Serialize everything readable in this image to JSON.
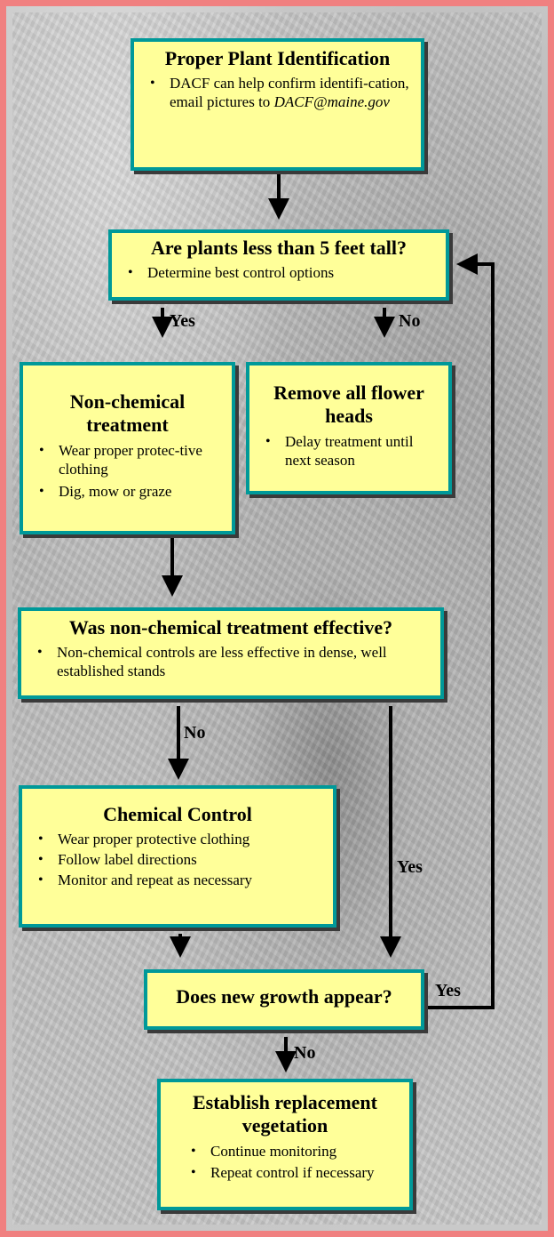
{
  "boxes": {
    "identification": {
      "title": "Proper Plant Identification",
      "bullets": [
        "DACF can help confirm identifi-cation, email pictures to"
      ],
      "email": "DACF@maine.gov"
    },
    "height_check": {
      "title": "Are plants less than 5 feet tall?",
      "bullets": [
        "Determine best control options"
      ]
    },
    "non_chemical": {
      "title": "Non-chemical treatment",
      "bullets": [
        "Wear proper protec-tive clothing",
        "Dig, mow or graze"
      ]
    },
    "flower_heads": {
      "title": "Remove all flower heads",
      "bullets": [
        "Delay treatment until next season"
      ]
    },
    "effective_check": {
      "title": "Was non-chemical treatment effective?",
      "bullets": [
        "Non-chemical controls are less effective in dense, well established stands"
      ]
    },
    "chemical": {
      "title": "Chemical Control",
      "bullets": [
        "Wear proper protective clothing",
        "Follow label directions",
        "Monitor and repeat as necessary"
      ]
    },
    "growth_check": {
      "title": "Does new growth appear?"
    },
    "replacement": {
      "title": "Establish replacement vegetation",
      "bullets": [
        "Continue monitoring",
        "Repeat control if necessary"
      ]
    }
  },
  "labels": {
    "yes_small_plants": "Yes",
    "no_small_plants": "No",
    "no_effective": "No",
    "yes_effective": "Yes",
    "yes_new_growth": "Yes",
    "no_new_growth": "No"
  },
  "colors": {
    "box_fill": "#ffff99",
    "box_border": "#009999",
    "frame_border": "#f08080",
    "arrow": "#000000"
  }
}
